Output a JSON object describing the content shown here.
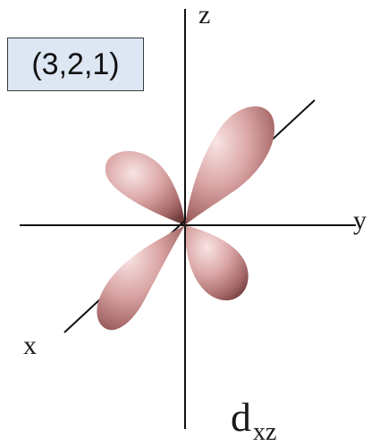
{
  "quantum_numbers": "(3,2,1)",
  "axes": {
    "x": "x",
    "y": "y",
    "z": "z"
  },
  "orbital": {
    "main": "d",
    "sub": "xz"
  },
  "colors": {
    "lobe_light": "#f7dede",
    "lobe_mid": "#c98a8a",
    "lobe_dark": "#6e3b3b",
    "box_fill": "#dde6f3",
    "axis": "#111111"
  }
}
